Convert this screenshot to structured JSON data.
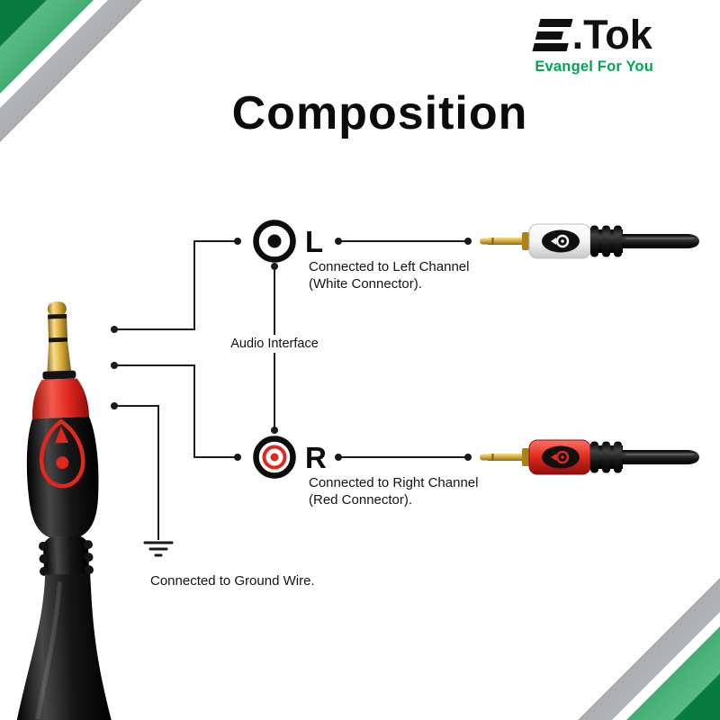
{
  "brand": {
    "name": "E.Tok",
    "name_rest": ".Tok",
    "tagline": "Evangel For You"
  },
  "title": "Composition",
  "diagram": {
    "left_port_label": "L",
    "left_description": "Connected to Left Channel (White Connector).",
    "right_port_label": "R",
    "right_description": "Connected to Right Channel (Red Connector).",
    "audio_interface_label": "Audio Interface",
    "ground_description": "Connected to Ground Wire."
  },
  "colors": {
    "brand_green": "#00a651",
    "dark_green_stripe": "#0b7a42",
    "gray_stripe": "#a9adb0",
    "accent_red": "#e0281e",
    "connector_gold": "#d9ad3c",
    "line_black": "#1a1a1a"
  }
}
